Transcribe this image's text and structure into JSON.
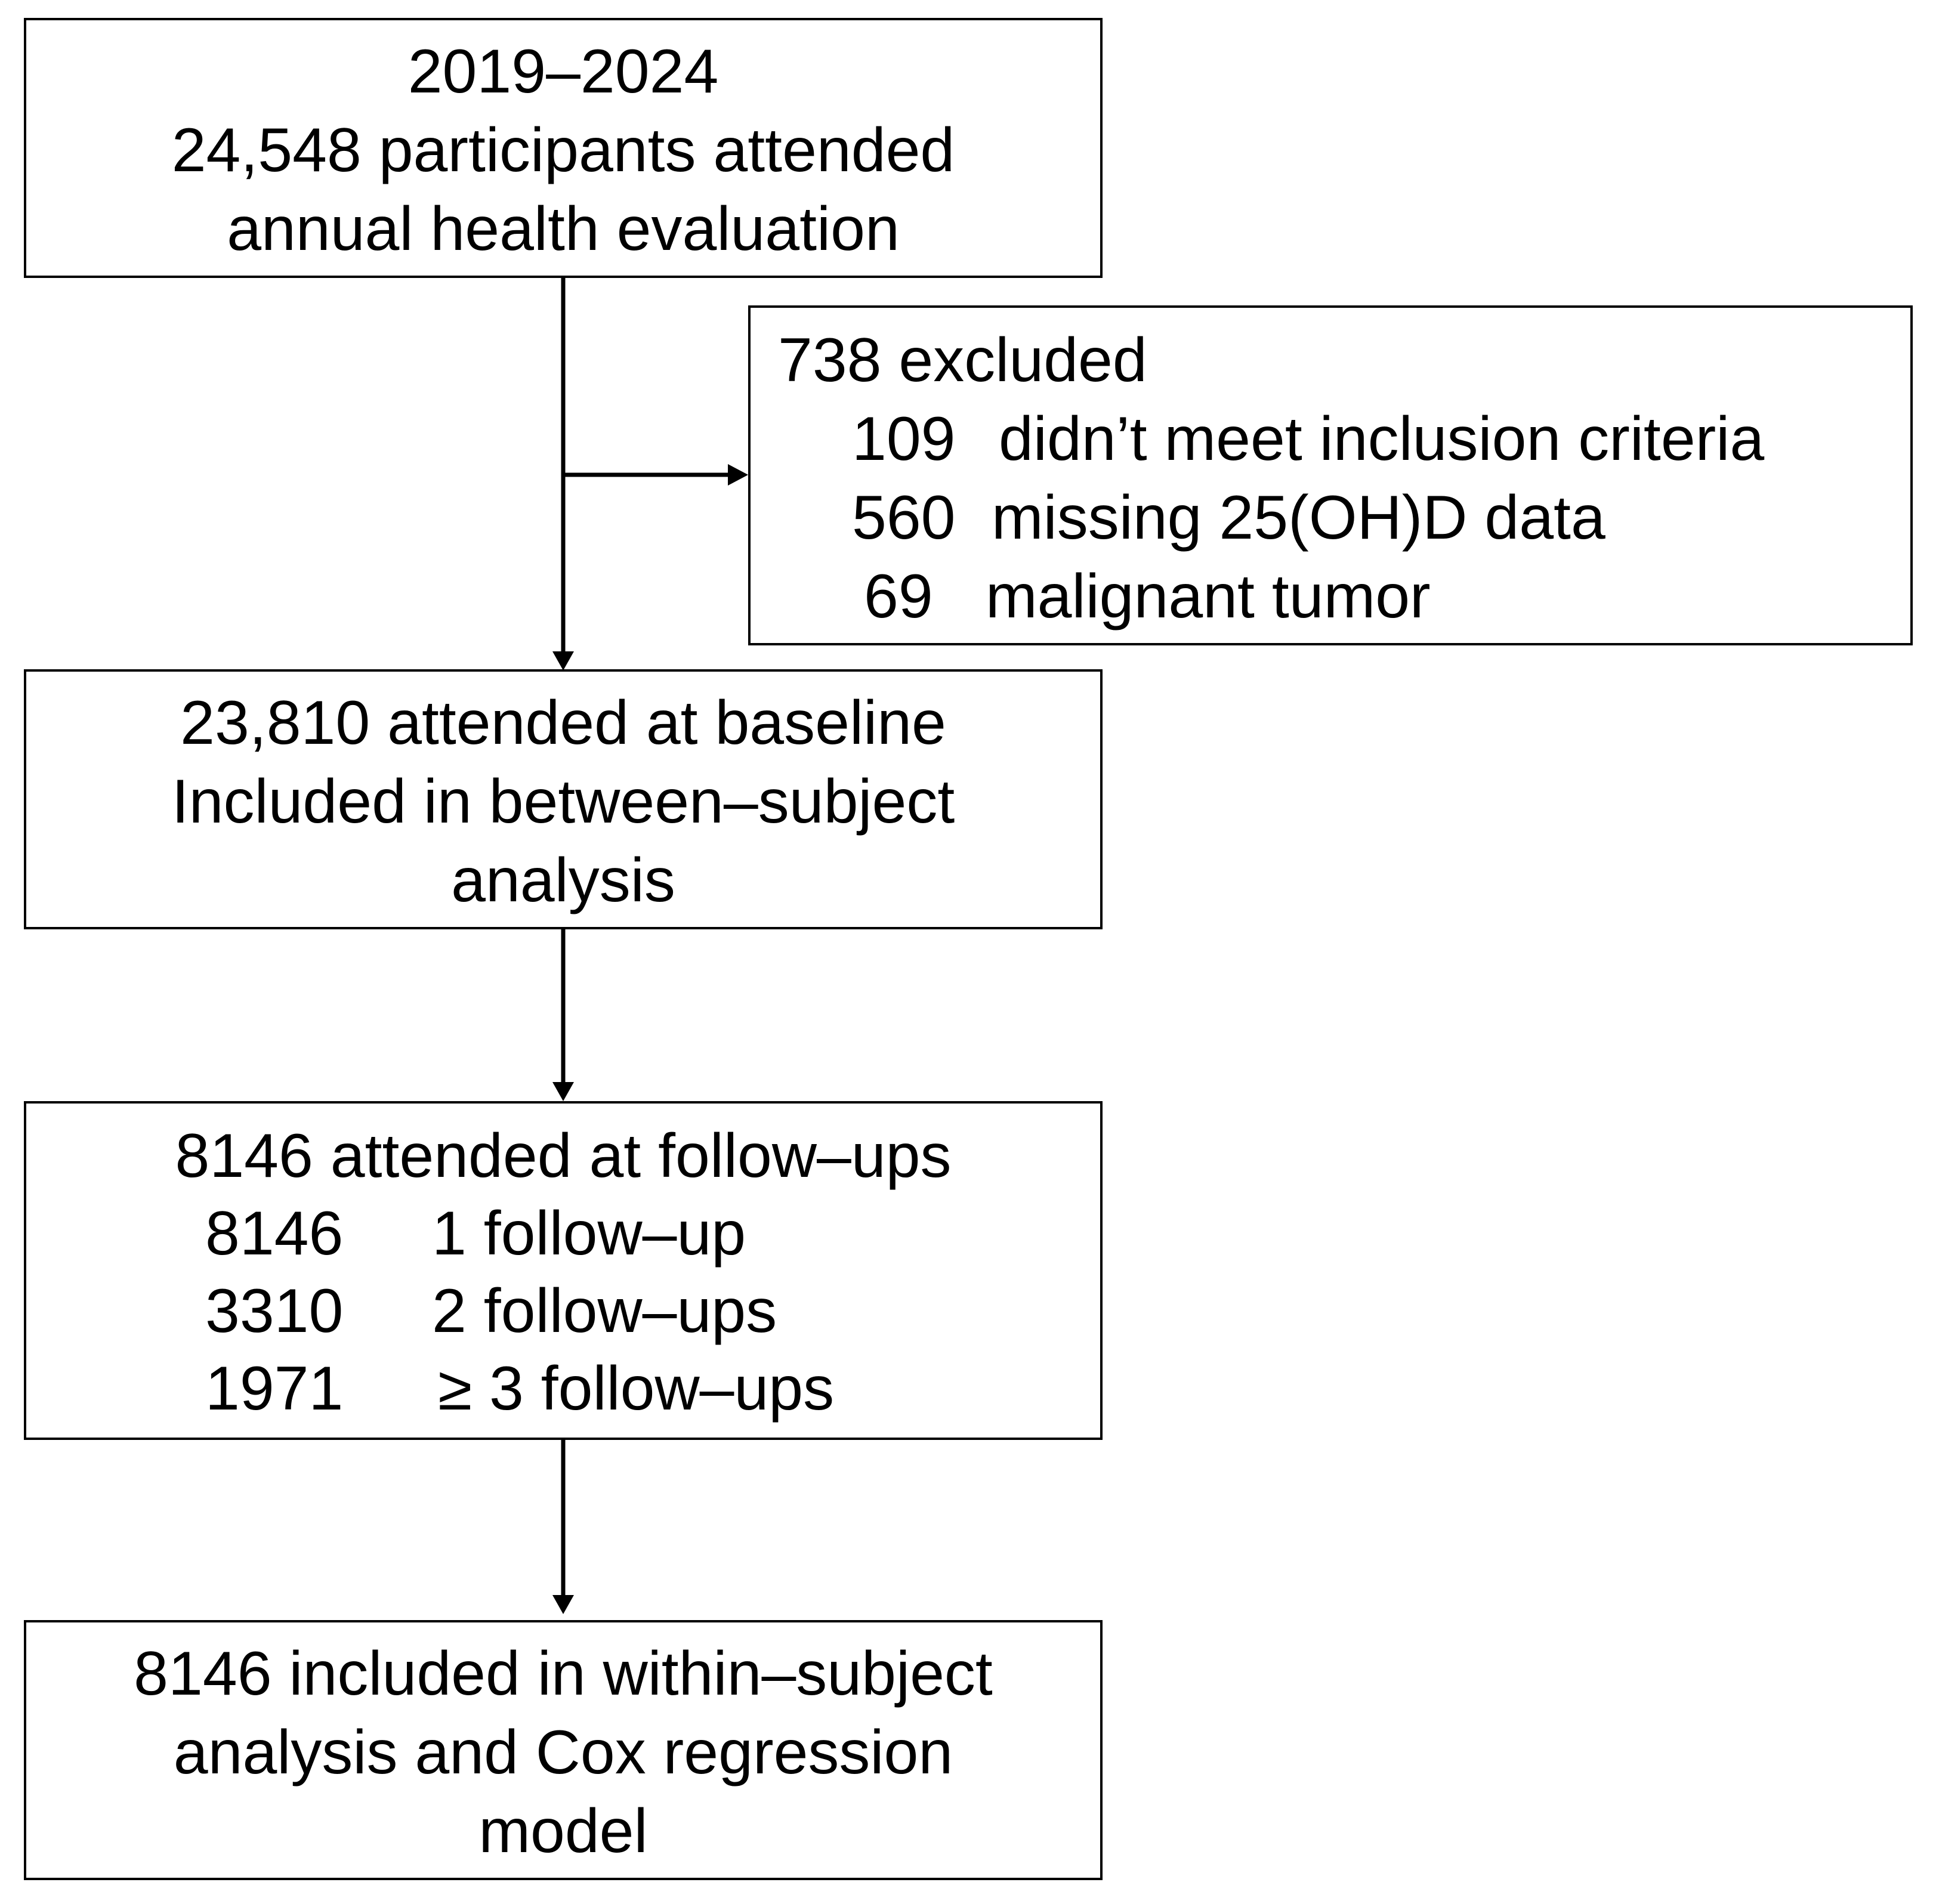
{
  "boxes": {
    "start": {
      "lines": [
        "2019–2024",
        "24,548 participants attended",
        "annual health evaluation"
      ]
    },
    "excluded": {
      "title": "738 excluded",
      "items": [
        {
          "n": "109",
          "label": "didn’t meet inclusion criteria"
        },
        {
          "n": "560",
          "label": "missing 25(OH)D data"
        },
        {
          "n": "69",
          "label": "malignant tumor"
        }
      ]
    },
    "baseline": {
      "lines": [
        "23,810 attended at baseline",
        "Included in between–subject",
        "analysis"
      ]
    },
    "followups": {
      "title": "8146 attended at follow–ups",
      "items": [
        {
          "n": "8146",
          "label": "1 follow–up"
        },
        {
          "n": "3310",
          "label": "2 follow–ups"
        },
        {
          "n": "1971",
          "label": "≥ 3 follow–ups"
        }
      ]
    },
    "final": {
      "lines": [
        "8146 included in within–subject",
        "analysis and Cox regression",
        "model"
      ]
    }
  }
}
